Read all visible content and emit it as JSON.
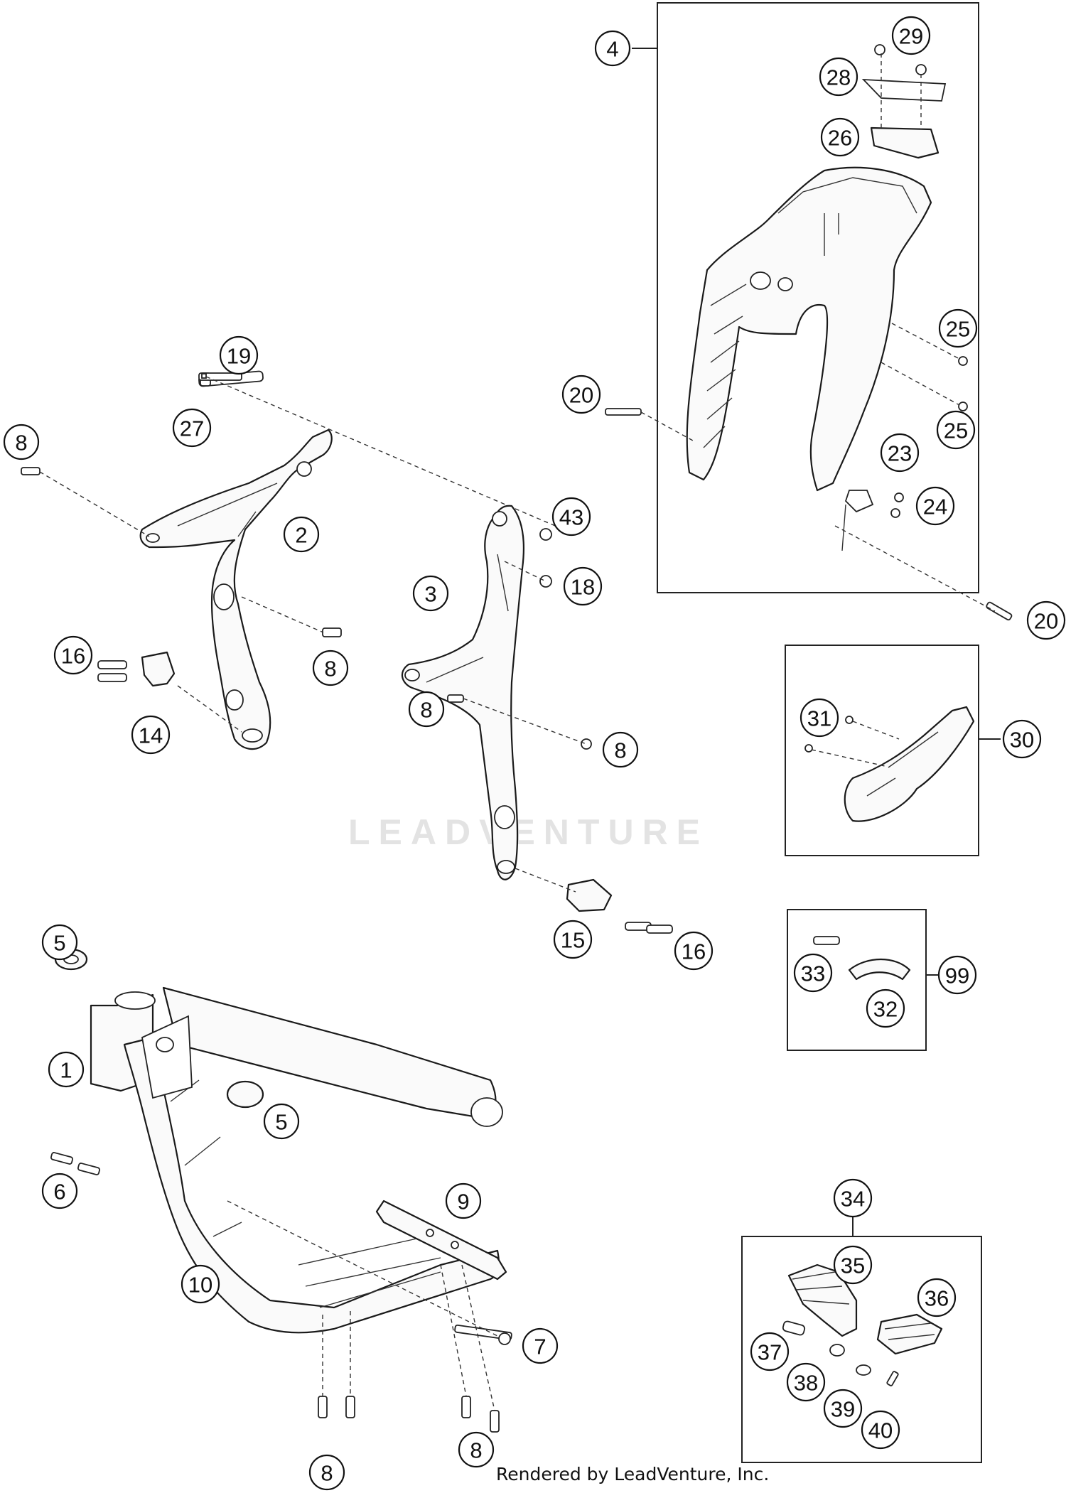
{
  "watermark": "LEADVENTURE",
  "credit": "Rendered by LeadVenture, Inc.",
  "callouts": [
    {
      "id": "c-4",
      "label": "4"
    },
    {
      "id": "c-29",
      "label": "29"
    },
    {
      "id": "c-28",
      "label": "28"
    },
    {
      "id": "c-26",
      "label": "26"
    },
    {
      "id": "c-25a",
      "label": "25"
    },
    {
      "id": "c-25b",
      "label": "25"
    },
    {
      "id": "c-20a",
      "label": "20"
    },
    {
      "id": "c-23",
      "label": "23"
    },
    {
      "id": "c-24",
      "label": "24"
    },
    {
      "id": "c-20b",
      "label": "20"
    },
    {
      "id": "c-19",
      "label": "19"
    },
    {
      "id": "c-27",
      "label": "27"
    },
    {
      "id": "c-8a",
      "label": "8"
    },
    {
      "id": "c-2",
      "label": "2"
    },
    {
      "id": "c-43",
      "label": "43"
    },
    {
      "id": "c-3",
      "label": "3"
    },
    {
      "id": "c-18",
      "label": "18"
    },
    {
      "id": "c-8b",
      "label": "8"
    },
    {
      "id": "c-16a",
      "label": "16"
    },
    {
      "id": "c-14",
      "label": "14"
    },
    {
      "id": "c-8c",
      "label": "8"
    },
    {
      "id": "c-8d",
      "label": "8"
    },
    {
      "id": "c-31",
      "label": "31"
    },
    {
      "id": "c-30",
      "label": "30"
    },
    {
      "id": "c-15",
      "label": "15"
    },
    {
      "id": "c-16b",
      "label": "16"
    },
    {
      "id": "c-5a",
      "label": "5"
    },
    {
      "id": "c-1",
      "label": "1"
    },
    {
      "id": "c-5b",
      "label": "5"
    },
    {
      "id": "c-6",
      "label": "6"
    },
    {
      "id": "c-33",
      "label": "33"
    },
    {
      "id": "c-99",
      "label": "99"
    },
    {
      "id": "c-32",
      "label": "32"
    },
    {
      "id": "c-9",
      "label": "9"
    },
    {
      "id": "c-10",
      "label": "10"
    },
    {
      "id": "c-7",
      "label": "7"
    },
    {
      "id": "c-34",
      "label": "34"
    },
    {
      "id": "c-35",
      "label": "35"
    },
    {
      "id": "c-36",
      "label": "36"
    },
    {
      "id": "c-37",
      "label": "37"
    },
    {
      "id": "c-38",
      "label": "38"
    },
    {
      "id": "c-39",
      "label": "39"
    },
    {
      "id": "c-40",
      "label": "40"
    },
    {
      "id": "c-8e",
      "label": "8"
    },
    {
      "id": "c-8f",
      "label": "8"
    }
  ]
}
